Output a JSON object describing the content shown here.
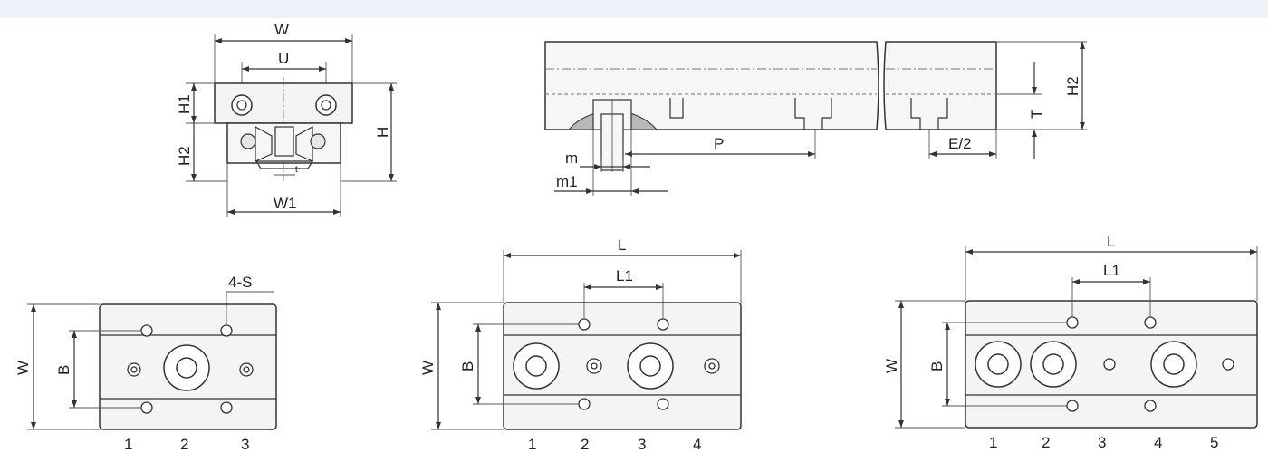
{
  "labels": {
    "W": "W",
    "U": "U",
    "H": "H",
    "H1": "H1",
    "H2": "H2",
    "W1": "W1",
    "T": "T",
    "P": "P",
    "m": "m",
    "m1": "m1",
    "E2": "E/2",
    "S4": "4-S",
    "L": "L",
    "L1": "L1",
    "B": "B"
  },
  "positions_a": [
    "1",
    "2",
    "3"
  ],
  "positions_b": [
    "1",
    "2",
    "3",
    "4"
  ],
  "positions_c": [
    "1",
    "2",
    "3",
    "4",
    "5"
  ]
}
